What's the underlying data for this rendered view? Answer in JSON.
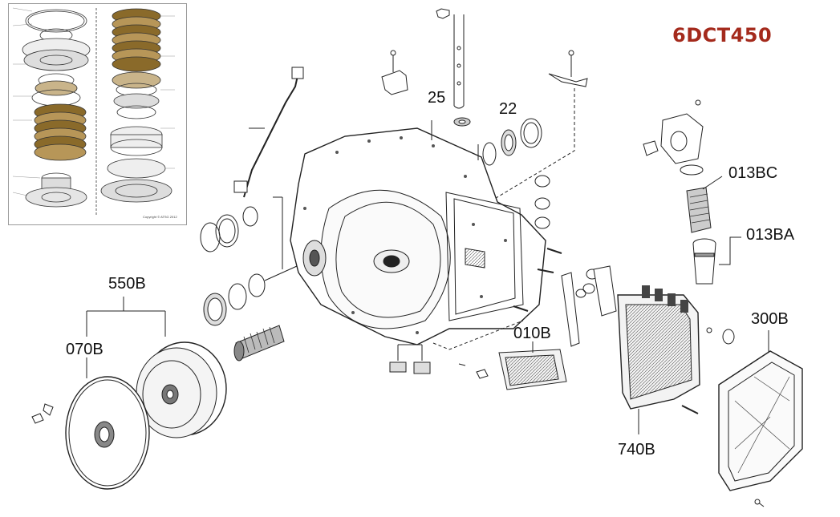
{
  "title": {
    "text": "6DCT450",
    "color": "#a42a1c"
  },
  "inset_copyright": "Copyright © ATSG 2012",
  "labels": {
    "p25": "25",
    "p22": "22",
    "p550b": "550B",
    "p070b": "070B",
    "p010b": "010B",
    "p013bc": "013BC",
    "p013ba": "013BA",
    "p300b": "300B",
    "p740b": "740B"
  },
  "colors": {
    "line": "#222222",
    "clutch_plate": "#8a6a2a",
    "clutch_dark": "#5a4320",
    "paper": "#ffffff"
  }
}
